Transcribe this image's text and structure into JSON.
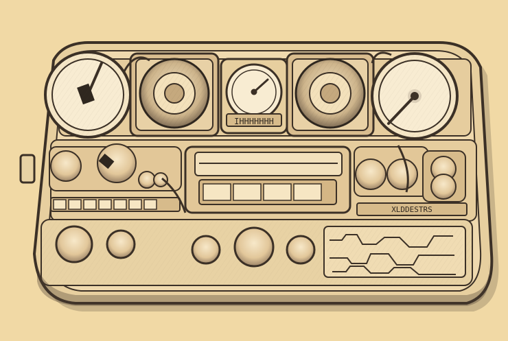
{
  "scene": {
    "subject": "vintage radio dashboard illustration",
    "palette": {
      "background": "#f1d9a5",
      "ink": "#3b3026",
      "panel": "#e8d2a4",
      "shadow": "#5b4b3b",
      "highlight": "#f6e6c3"
    },
    "gauges": {
      "left_large": "analog dial",
      "center_small": "analog dial",
      "right_large": "analog dial"
    },
    "speakers": {
      "left": "speaker-cone",
      "right": "speaker-cone"
    },
    "labels": {
      "center_top_plate": "IHHHHHHH",
      "right_panel_label": "XLDDESTRS"
    }
  }
}
